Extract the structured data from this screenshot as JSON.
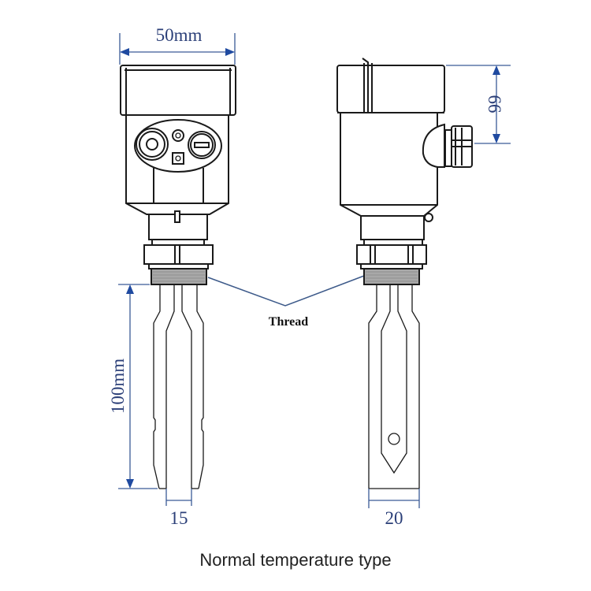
{
  "diagram": {
    "title": "Normal temperature type",
    "front_view": {
      "width_dimension": "50mm",
      "fork_length_dimension": "100mm",
      "fork_tip_dimension": "15"
    },
    "side_view": {
      "head_height_dimension": "66",
      "fork_width_dimension": "20"
    },
    "callouts": {
      "thread_label": "Thread"
    },
    "colors": {
      "outline": "#1a1a1a",
      "dimension_line": "#3a5a96",
      "dimension_arrow": "#1f4aa0",
      "dimension_text": "#2b3f78",
      "thread_fill": "#a8a8a8",
      "background": "#ffffff"
    }
  }
}
